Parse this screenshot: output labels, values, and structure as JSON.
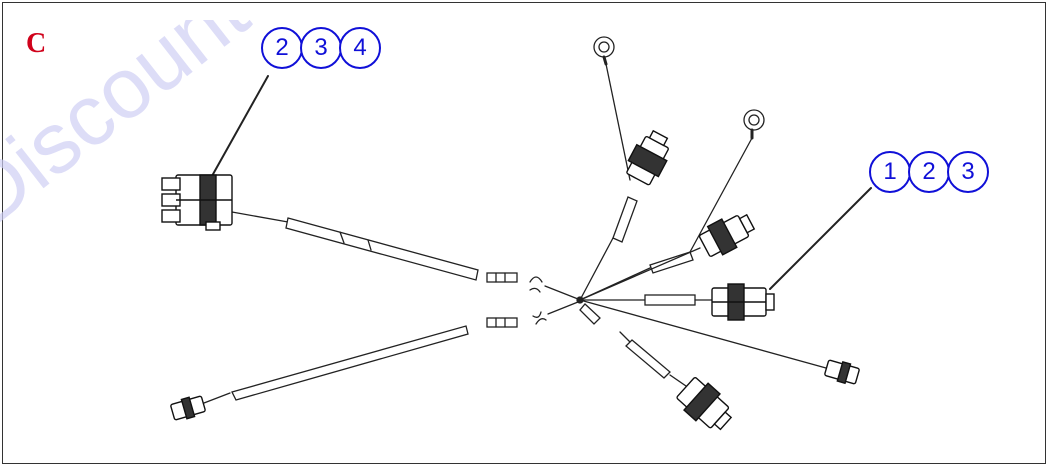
{
  "panel": {
    "letter": "C",
    "letter_color": "#d0021b"
  },
  "watermark": {
    "text": "Discount",
    "color": "#c9c9f2"
  },
  "callouts": {
    "color": "#1010d8",
    "top_group": [
      "2",
      "3",
      "4"
    ],
    "right_group": [
      "1",
      "2",
      "3"
    ]
  },
  "diagram": {
    "subject": "wire-harness",
    "line_color": "#222222"
  }
}
